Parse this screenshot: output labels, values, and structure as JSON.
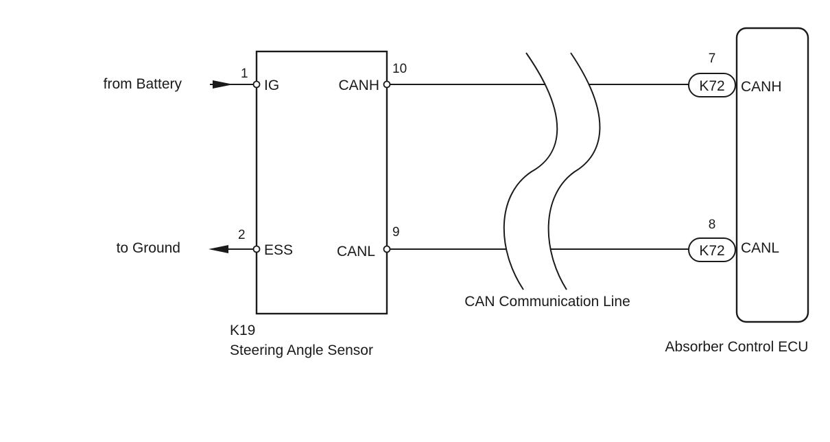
{
  "inputs": {
    "battery_label": "from Battery",
    "ground_label": "to Ground"
  },
  "sensor": {
    "connector": "K19",
    "name": "Steering Angle Sensor",
    "pins": [
      {
        "number": "1",
        "name": "IG"
      },
      {
        "number": "2",
        "name": "ESS"
      },
      {
        "number": "10",
        "name": "CANH"
      },
      {
        "number": "9",
        "name": "CANL"
      }
    ]
  },
  "bus": {
    "label": "CAN Communication Line"
  },
  "ecu": {
    "name": "Absorber Control ECU",
    "connectors": [
      {
        "pin": "7",
        "connector": "K72",
        "signal": "CANH"
      },
      {
        "pin": "8",
        "connector": "K72",
        "signal": "CANL"
      }
    ]
  },
  "colors": {
    "line": "#1a1a1a",
    "background": "#ffffff"
  }
}
